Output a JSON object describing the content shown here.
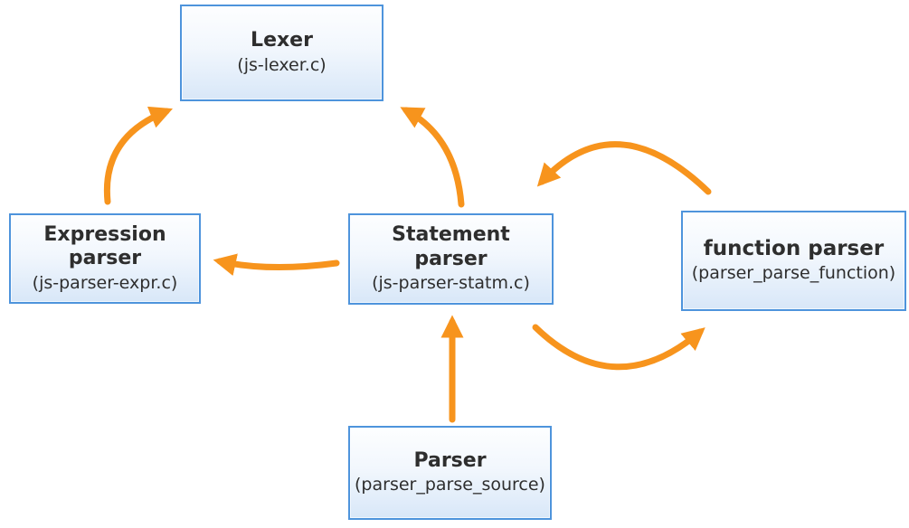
{
  "diagram": {
    "colors": {
      "arrow": "#F7941D",
      "box_border": "#4E94DC",
      "box_fill_top": "#FDFEFF",
      "box_fill_bottom": "#D8E7F8",
      "text": "#2E2E2E",
      "canvas_bg": "#FFFFFF"
    },
    "nodes": {
      "lexer": {
        "title": "Lexer",
        "subtitle": "(js-lexer.c)"
      },
      "expression_parser": {
        "title": "Expression\nparser",
        "subtitle": "(js-parser-expr.c)"
      },
      "statement_parser": {
        "title": "Statement\nparser",
        "subtitle": "(js-parser-statm.c)"
      },
      "function_parser": {
        "title": "function parser",
        "subtitle": "(parser_parse_function)"
      },
      "parser": {
        "title": "Parser",
        "subtitle": "(parser_parse_source)"
      }
    },
    "edges": [
      {
        "from": "expression_parser",
        "to": "lexer"
      },
      {
        "from": "statement_parser",
        "to": "lexer"
      },
      {
        "from": "statement_parser",
        "to": "expression_parser"
      },
      {
        "from": "function_parser",
        "to": "statement_parser"
      },
      {
        "from": "statement_parser",
        "to": "function_parser"
      },
      {
        "from": "parser",
        "to": "statement_parser"
      }
    ]
  }
}
